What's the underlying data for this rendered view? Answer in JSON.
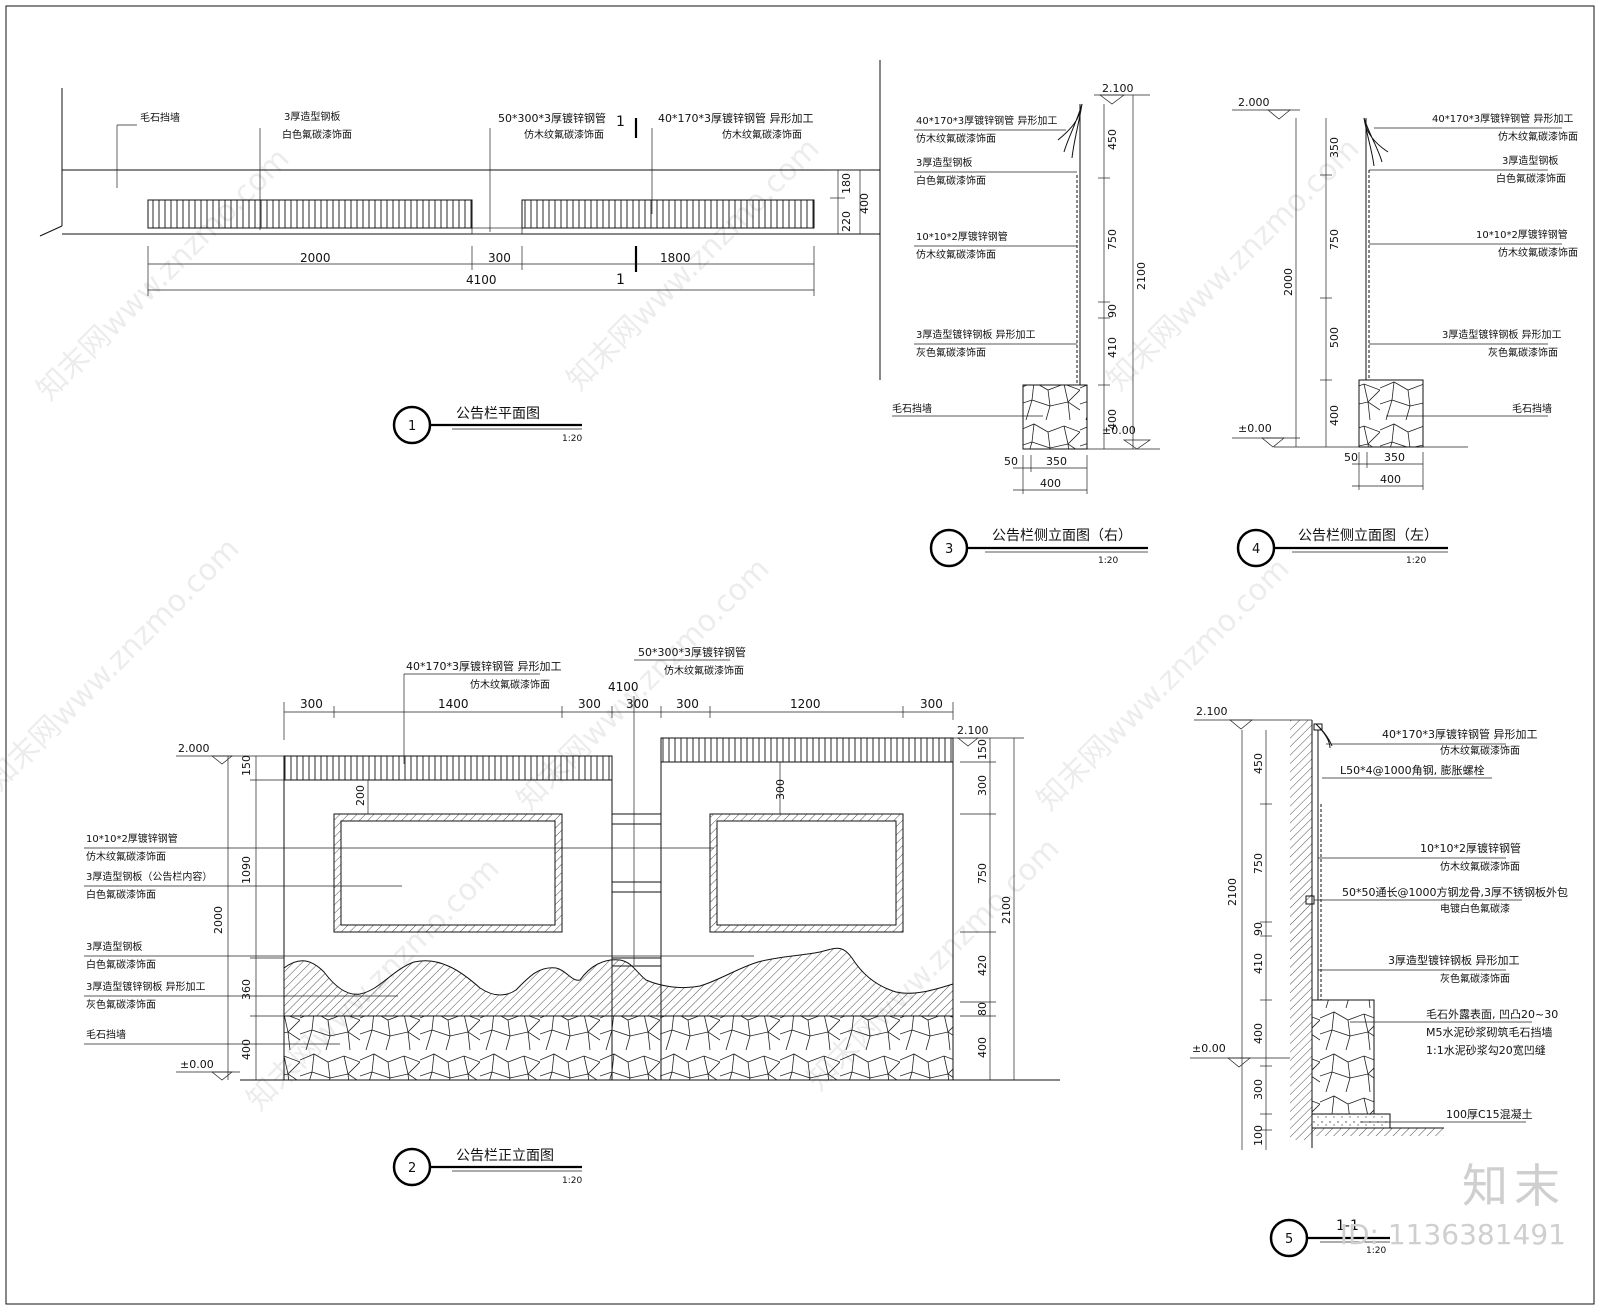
{
  "plan": {
    "title": "公告栏平面图",
    "num": "1",
    "scale": "1:20",
    "wall": "毛石挡墙",
    "label_a1": "3厚造型钢板",
    "label_a2": "白色氟碳漆饰面",
    "label_b1": "50*300*3厚镀锌钢管",
    "label_b2": "仿木纹氟碳漆饰面",
    "label_c1": "40*170*3厚镀锌钢管  异形加工",
    "label_c2": "仿木纹氟碳漆饰面",
    "sect": "1",
    "d1": "2000",
    "d2": "300",
    "d3": "1800",
    "dt": "4100",
    "dr1": "180",
    "dr2": "220",
    "dr3": "400"
  },
  "side_right": {
    "title": "公告栏侧立面图（右）",
    "num": "3",
    "scale": "1:20",
    "top_elev": "2.100",
    "zero_elev": "±0.00",
    "l1a": "40*170*3厚镀锌钢管  异形加工",
    "l1b": "仿木纹氟碳漆饰面",
    "l2a": "3厚造型钢板",
    "l2b": "白色氟碳漆饰面",
    "l3a": "10*10*2厚镀锌钢管",
    "l3b": "仿木纹氟碳漆饰面",
    "l4a": "3厚造型镀锌钢板  异形加工",
    "l4b": "灰色氟碳漆饰面",
    "l5": "毛石挡墙",
    "d450": "450",
    "d750": "750",
    "d90": "90",
    "d410": "410",
    "d400": "400",
    "d2100": "2100",
    "b50": "50",
    "b350": "350",
    "b400": "400"
  },
  "side_left": {
    "title": "公告栏侧立面图（左）",
    "num": "4",
    "scale": "1:20",
    "top_elev": "2.000",
    "zero_elev": "±0.00",
    "l1a": "40*170*3厚镀锌钢管  异形加工",
    "l1b": "仿木纹氟碳漆饰面",
    "l2a": "3厚造型钢板",
    "l2b": "白色氟碳漆饰面",
    "l3a": "10*10*2厚镀锌钢管",
    "l3b": "仿木纹氟碳漆饰面",
    "l4a": "3厚造型镀锌钢板  异形加工",
    "l4b": "灰色氟碳漆饰面",
    "l5": "毛石挡墙",
    "d350": "350",
    "d750": "750",
    "d500": "500",
    "d400": "400",
    "d2000": "2000",
    "b50": "50",
    "b350": "350",
    "b400": "400"
  },
  "front": {
    "title": "公告栏正立面图",
    "num": "2",
    "scale": "1:20",
    "top_elev_l": "2.000",
    "top_elev_r": "2.100",
    "zero_elev": "±0.00",
    "t1a": "40*170*3厚镀锌钢管  异形加工",
    "t1b": "仿木纹氟碳漆饰面",
    "t2a": "50*300*3厚镀锌钢管",
    "t2b": "仿木纹氟碳漆饰面",
    "total": "4100",
    "w300a": "300",
    "w1400": "1400",
    "w300b": "300",
    "w300c": "300",
    "w300d": "300",
    "w1200": "1200",
    "w300e": "300",
    "d200": "200",
    "d300": "300",
    "l1a": "10*10*2厚镀锌钢管",
    "l1b": "仿木纹氟碳漆饰面",
    "l2a": "3厚造型钢板（公告栏内容）",
    "l2b": "白色氟碳漆饰面",
    "l3a": "3厚造型钢板",
    "l3b": "白色氟碳漆饰面",
    "l4a": "3厚造型镀锌钢板  异形加工",
    "l4b": "灰色氟碳漆饰面",
    "l5": "毛石挡墙",
    "lv150": "150",
    "lv1090": "1090",
    "lv360": "360",
    "lv400": "400",
    "lv2000": "2000",
    "rv150": "150",
    "rv300": "300",
    "rv750": "750",
    "rv420": "420",
    "rv80": "80",
    "rv400": "400",
    "rv2100": "2100"
  },
  "section": {
    "title": "1-1",
    "num": "5",
    "scale": "1:20",
    "top_elev": "2.100",
    "zero_elev": "±0.00",
    "l1a": "40*170*3厚镀锌钢管  异形加工",
    "l1b": "仿木纹氟碳漆饰面",
    "l2": "L50*4@1000角钢, 膨胀螺栓",
    "l3a": "10*10*2厚镀锌钢管",
    "l3b": "仿木纹氟碳漆饰面",
    "l4a": "50*50通长@1000方钢龙骨,3厚不锈钢板外包",
    "l4b": "电镀白色氟碳漆",
    "l5a": "3厚造型镀锌钢板  异形加工",
    "l5b": "灰色氟碳漆饰面",
    "l6a": "毛石外露表面, 凹凸20~30",
    "l6b": "M5水泥砂浆砌筑毛石挡墙",
    "l6c": "1:1水泥砂浆勾20宽凹缝",
    "l7": "100厚C15混凝土",
    "d450": "450",
    "d750": "750",
    "d90": "90",
    "d410": "410",
    "d400": "400",
    "d300": "300",
    "d100": "100",
    "d2100": "2100"
  },
  "watermark": {
    "text": "知末网www.znzmo.com",
    "logo": "知末",
    "id": "ID: 1136381491"
  }
}
